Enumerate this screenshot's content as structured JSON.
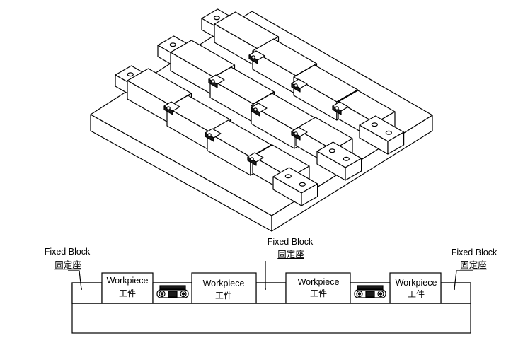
{
  "labels": {
    "fixed_block_en": "Fixed Block",
    "fixed_block_zh": "固定座",
    "workpiece_en": "Workpiece",
    "workpiece_zh": "工件"
  },
  "front_view": {
    "left_label": {
      "en": "Fixed Block",
      "zh": "固定座"
    },
    "center_label": {
      "en": "Fixed Block",
      "zh": "固定座"
    },
    "right_label": {
      "en": "Fixed Block",
      "zh": "固定座"
    },
    "workpieces": [
      {
        "en": "Workpiece",
        "zh": "工件"
      },
      {
        "en": "Workpiece",
        "zh": "工件"
      },
      {
        "en": "Workpiece",
        "zh": "工件"
      },
      {
        "en": "Workpiece",
        "zh": "工件"
      }
    ]
  },
  "colors": {
    "line": "#000000",
    "background": "#ffffff",
    "dark_fill": "#1a1a1a"
  }
}
